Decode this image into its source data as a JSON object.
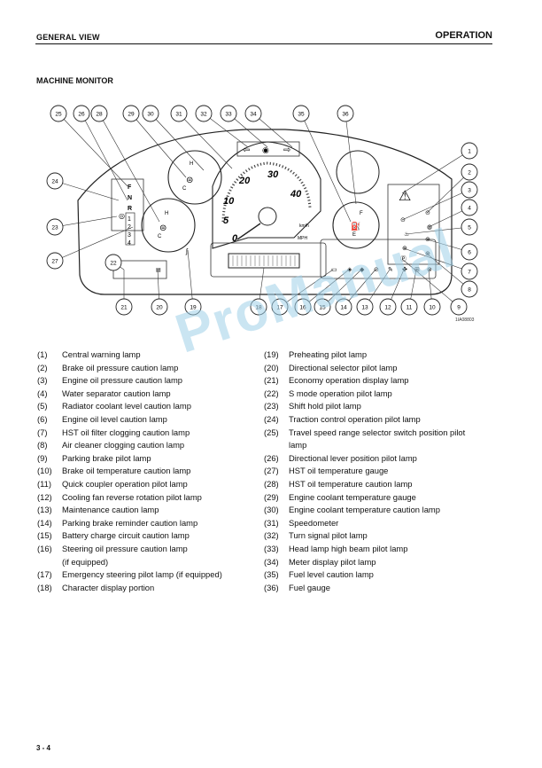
{
  "header": {
    "section": "GENERAL VIEW",
    "chapter": "OPERATION"
  },
  "section_title": "MACHINE MONITOR",
  "diagram": {
    "callouts": [
      "(1)",
      "(2)",
      "(3)",
      "(4)",
      "(5)",
      "(6)",
      "(7)",
      "(8)",
      "(9)",
      "(10)",
      "(11)",
      "(12)",
      "(13)",
      "(14)",
      "(15)",
      "(16)",
      "(17)",
      "(18)",
      "(19)",
      "(20)",
      "(21)",
      "(22)",
      "(23)",
      "(24)",
      "(25)",
      "(26)",
      "(27)",
      "(28)",
      "(29)",
      "(30)",
      "(31)",
      "(32)",
      "(33)",
      "(34)",
      "(35)",
      "(36)"
    ],
    "gear_letters": [
      "F",
      "N",
      "R"
    ],
    "speed_ranges": [
      "1",
      "2",
      "3",
      "4"
    ],
    "speedometer_ticks": [
      "0",
      "5",
      "10",
      "20",
      "30",
      "40"
    ],
    "speed_unit": "km/h",
    "speed_unit_alt": "MPH",
    "gauge_marks": {
      "high": "H",
      "low": "C",
      "full": "F",
      "empty": "E"
    },
    "figure_id": "1IA08803"
  },
  "items_left": [
    {
      "n": "(1)",
      "t": "Central warning lamp"
    },
    {
      "n": "(2)",
      "t": "Brake oil pressure caution lamp"
    },
    {
      "n": "(3)",
      "t": "Engine oil pressure caution lamp"
    },
    {
      "n": "(4)",
      "t": "Water separator caution lamp"
    },
    {
      "n": "(5)",
      "t": "Radiator coolant level caution lamp"
    },
    {
      "n": "(6)",
      "t": "Engine oil level caution lamp"
    },
    {
      "n": "(7)",
      "t": "HST oil filter clogging caution lamp"
    },
    {
      "n": "(8)",
      "t": "Air cleaner clogging caution lamp"
    },
    {
      "n": "(9)",
      "t": "Parking brake pilot lamp"
    },
    {
      "n": "(10)",
      "t": "Brake oil temperature caution lamp"
    },
    {
      "n": "(11)",
      "t": "Quick coupler operation pilot lamp"
    },
    {
      "n": "(12)",
      "t": "Cooling fan reverse rotation pilot lamp"
    },
    {
      "n": "(13)",
      "t": "Maintenance caution lamp"
    },
    {
      "n": "(14)",
      "t": "Parking brake reminder caution lamp"
    },
    {
      "n": "(15)",
      "t": "Battery charge circuit caution lamp"
    },
    {
      "n": "(16)",
      "t": "Steering oil pressure caution lamp"
    },
    {
      "n": "",
      "t": "(if equipped)"
    },
    {
      "n": "(17)",
      "t": "Emergency steering pilot lamp (if equipped)"
    },
    {
      "n": "(18)",
      "t": "Character display portion"
    }
  ],
  "items_right": [
    {
      "n": "(19)",
      "t": "Preheating pilot lamp"
    },
    {
      "n": "(20)",
      "t": "Directional selector pilot lamp"
    },
    {
      "n": "(21)",
      "t": "Economy operation display lamp"
    },
    {
      "n": "(22)",
      "t": "S mode operation pilot lamp"
    },
    {
      "n": "(23)",
      "t": "Shift hold pilot lamp"
    },
    {
      "n": "(24)",
      "t": "Traction control operation pilot lamp"
    },
    {
      "n": "(25)",
      "t": "Travel speed range selector switch position pilot"
    },
    {
      "n": "",
      "t": "lamp"
    },
    {
      "n": "(26)",
      "t": "Directional lever position pilot lamp"
    },
    {
      "n": "(27)",
      "t": "HST oil temperature gauge"
    },
    {
      "n": "(28)",
      "t": "HST oil temperature caution lamp"
    },
    {
      "n": "(29)",
      "t": "Engine coolant temperature gauge"
    },
    {
      "n": "(30)",
      "t": "Engine coolant temperature caution lamp"
    },
    {
      "n": "(31)",
      "t": "Speedometer"
    },
    {
      "n": "(32)",
      "t": "Turn signal pilot lamp"
    },
    {
      "n": "(33)",
      "t": "Head lamp high beam pilot lamp"
    },
    {
      "n": "(34)",
      "t": "Meter display pilot lamp"
    },
    {
      "n": "(35)",
      "t": "Fuel level caution lamp"
    },
    {
      "n": "(36)",
      "t": "Fuel gauge"
    }
  ],
  "footer": {
    "page": "3 - 4"
  },
  "watermark": "ProManual"
}
